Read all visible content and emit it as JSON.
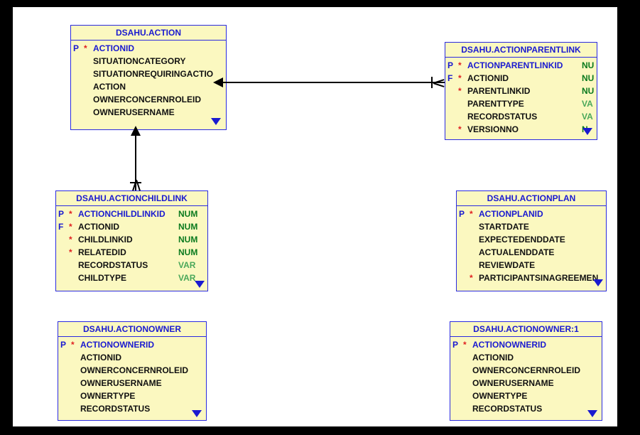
{
  "canvas": {
    "background": "#ffffff",
    "border_color": "#000000"
  },
  "style": {
    "box_fill": "#fbf8c0",
    "box_border": "#2a2ae0",
    "title_color": "#1a1ad0",
    "pk_text_color": "#1a1ad0",
    "column_text_color": "#111111",
    "required_marker_color": "#e02020",
    "type_num_color": "#0a7a1e",
    "type_var_color": "#4aa85a",
    "connector_color": "#000000",
    "scroll_indicator_color": "#1a1ad0"
  },
  "tables": [
    {
      "id": "action",
      "title": "DSAHU.ACTION",
      "columns": [
        {
          "key": "P",
          "required": "*",
          "name": "ACTIONID",
          "type": "",
          "pk": true
        },
        {
          "key": "",
          "required": "",
          "name": "SITUATIONCATEGORY",
          "type": "",
          "pk": false
        },
        {
          "key": "",
          "required": "",
          "name": "SITUATIONREQUIRINGACTIO",
          "type": "",
          "pk": false
        },
        {
          "key": "",
          "required": "",
          "name": "ACTION",
          "type": "",
          "pk": false
        },
        {
          "key": "",
          "required": "",
          "name": "OWNERCONCERNROLEID",
          "type": "",
          "pk": false
        },
        {
          "key": "",
          "required": "",
          "name": "OWNERUSERNAME",
          "type": "",
          "pk": false
        }
      ],
      "scroll_indicator": "down-triangle"
    },
    {
      "id": "actionparentlink",
      "title": "DSAHU.ACTIONPARENTLINK",
      "columns": [
        {
          "key": "P",
          "required": "*",
          "name": "ACTIONPARENTLINKID",
          "type": "NU",
          "pk": true
        },
        {
          "key": "F",
          "required": "*",
          "name": "ACTIONID",
          "type": "NU",
          "pk": false
        },
        {
          "key": "",
          "required": "*",
          "name": "PARENTLINKID",
          "type": "NU",
          "pk": false
        },
        {
          "key": "",
          "required": "",
          "name": "PARENTTYPE",
          "type": "VA",
          "pk": false
        },
        {
          "key": "",
          "required": "",
          "name": "RECORDSTATUS",
          "type": "VA",
          "pk": false
        },
        {
          "key": "",
          "required": "*",
          "name": "VERSIONNO",
          "type": "N",
          "pk": false
        }
      ],
      "scroll_indicator": "down-triangle"
    },
    {
      "id": "actionchildlink",
      "title": "DSAHU.ACTIONCHILDLINK",
      "columns": [
        {
          "key": "P",
          "required": "*",
          "name": "ACTIONCHILDLINKID",
          "type": "NUM",
          "pk": true
        },
        {
          "key": "F",
          "required": "*",
          "name": "ACTIONID",
          "type": "NUM",
          "pk": false
        },
        {
          "key": "",
          "required": "*",
          "name": "CHILDLINKID",
          "type": "NUM",
          "pk": false
        },
        {
          "key": "",
          "required": "*",
          "name": "RELATEDID",
          "type": "NUM",
          "pk": false
        },
        {
          "key": "",
          "required": "",
          "name": "RECORDSTATUS",
          "type": "VAR",
          "pk": false
        },
        {
          "key": "",
          "required": "",
          "name": "CHILDTYPE",
          "type": "VAR",
          "pk": false
        }
      ],
      "scroll_indicator": "down-triangle"
    },
    {
      "id": "actionplan",
      "title": "DSAHU.ACTIONPLAN",
      "columns": [
        {
          "key": "P",
          "required": "*",
          "name": "ACTIONPLANID",
          "type": "",
          "pk": true
        },
        {
          "key": "",
          "required": "",
          "name": "STARTDATE",
          "type": "",
          "pk": false
        },
        {
          "key": "",
          "required": "",
          "name": "EXPECTEDENDDATE",
          "type": "",
          "pk": false
        },
        {
          "key": "",
          "required": "",
          "name": "ACTUALENDDATE",
          "type": "",
          "pk": false
        },
        {
          "key": "",
          "required": "",
          "name": "REVIEWDATE",
          "type": "",
          "pk": false
        },
        {
          "key": "",
          "required": "*",
          "name": "PARTICIPANTSINAGREEMEN",
          "type": "",
          "pk": false
        }
      ],
      "scroll_indicator": "down-triangle"
    },
    {
      "id": "actionowner",
      "title": "DSAHU.ACTIONOWNER",
      "columns": [
        {
          "key": "P",
          "required": "*",
          "name": "ACTIONOWNERID",
          "type": "",
          "pk": true
        },
        {
          "key": "",
          "required": "",
          "name": "ACTIONID",
          "type": "",
          "pk": false
        },
        {
          "key": "",
          "required": "",
          "name": "OWNERCONCERNROLEID",
          "type": "",
          "pk": false
        },
        {
          "key": "",
          "required": "",
          "name": "OWNERUSERNAME",
          "type": "",
          "pk": false
        },
        {
          "key": "",
          "required": "",
          "name": "OWNERTYPE",
          "type": "",
          "pk": false
        },
        {
          "key": "",
          "required": "",
          "name": "RECORDSTATUS",
          "type": "",
          "pk": false
        }
      ],
      "scroll_indicator": "down-triangle"
    },
    {
      "id": "actionowner1",
      "title": "DSAHU.ACTIONOWNER:1",
      "columns": [
        {
          "key": "P",
          "required": "*",
          "name": "ACTIONOWNERID",
          "type": "",
          "pk": true
        },
        {
          "key": "",
          "required": "",
          "name": "ACTIONID",
          "type": "",
          "pk": false
        },
        {
          "key": "",
          "required": "",
          "name": "OWNERCONCERNROLEID",
          "type": "",
          "pk": false
        },
        {
          "key": "",
          "required": "",
          "name": "OWNERUSERNAME",
          "type": "",
          "pk": false
        },
        {
          "key": "",
          "required": "",
          "name": "OWNERTYPE",
          "type": "",
          "pk": false
        },
        {
          "key": "",
          "required": "",
          "name": "RECORDSTATUS",
          "type": "",
          "pk": false
        }
      ],
      "scroll_indicator": "down-triangle"
    }
  ],
  "relationships": [
    {
      "id": "rel-parentlink-action",
      "from": "actionparentlink",
      "to": "action",
      "orientation": "horizontal",
      "from_symbol": "crowsfoot",
      "to_symbol": "solid-arrow"
    },
    {
      "id": "rel-childlink-action",
      "from": "actionchildlink",
      "to": "action",
      "orientation": "vertical",
      "from_symbol": "crowsfoot",
      "to_symbol": "solid-arrow"
    }
  ]
}
